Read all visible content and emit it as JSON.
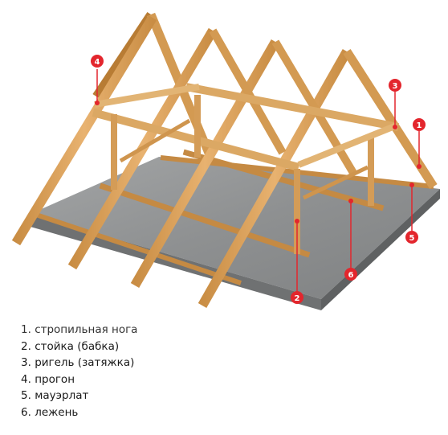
{
  "legend": {
    "items": [
      {
        "num": "1",
        "label": "стропильная нога"
      },
      {
        "num": "2",
        "label": "стойка (бабка)"
      },
      {
        "num": "3",
        "label": "ригель (затяжка)"
      },
      {
        "num": "4",
        "label": "прогон"
      },
      {
        "num": "5",
        "label": "мауэрлат"
      },
      {
        "num": "6",
        "label": "лежень"
      }
    ]
  },
  "markers": [
    "1",
    "2",
    "3",
    "4",
    "5",
    "6"
  ],
  "colors": {
    "marker": "#e3262d",
    "wood": "#d9a15a",
    "wood_dark": "#b87c34",
    "wood_light": "#ecc081",
    "slab_top": "#8f9192",
    "slab_side": "#6f7172"
  }
}
